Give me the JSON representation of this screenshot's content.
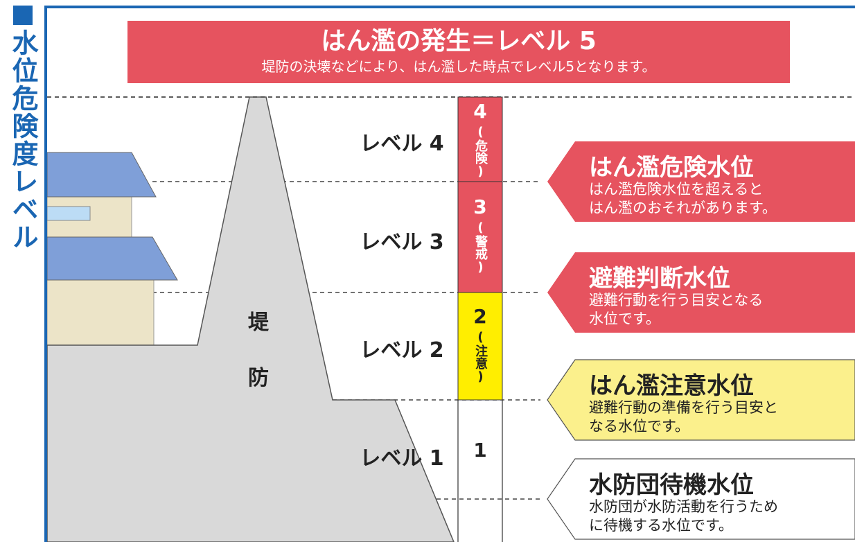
{
  "side_title": "水位危険度レベル",
  "banner": {
    "title": "はん濫の発生＝レベル 5",
    "subtitle": "堤防の決壊などにより、はん濫した時点でレベル5となります。"
  },
  "levee": {
    "char1": "堤",
    "char2": "防"
  },
  "levels": [
    {
      "label": "レベル 4",
      "number": "4",
      "note": "(危険)"
    },
    {
      "label": "レベル 3",
      "number": "3",
      "note": "(警戒)"
    },
    {
      "label": "レベル 2",
      "number": "2",
      "note": "(注意)"
    },
    {
      "label": "レベル 1",
      "number": "1",
      "note": ""
    }
  ],
  "callouts": [
    {
      "title": "はん濫危険水位",
      "description": "はん濫危険水位を超えると\nはん濫のおそれがあります。"
    },
    {
      "title": "避難判断水位",
      "description": "避難行動を行う目安となる\n水位です。"
    },
    {
      "title": "はん濫注意水位",
      "description": "避難行動の準備を行う目安と\nなる水位です。"
    },
    {
      "title": "水防団待機水位",
      "description": "水防団が水防活動を行うため\nに待機する水位です。"
    }
  ],
  "colors": {
    "danger_red": "#e6535f",
    "caution_yellow": "#ffee00",
    "callout_yellow": "#fbf08c",
    "frame_blue": "#1a66b3",
    "ground_gray": "#d9d9d9",
    "roof_blue": "#7f9fd8",
    "wall_beige": "#ece4c8",
    "window_blue": "#bcdcf5"
  }
}
